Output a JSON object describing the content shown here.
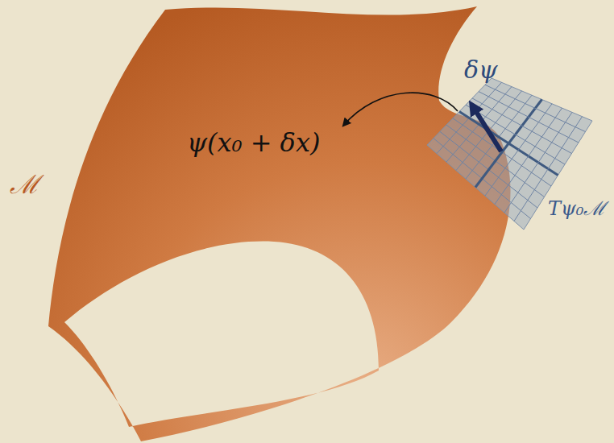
{
  "diagram": {
    "labels": [
      "ψ(x₀ + δx)",
      "δψ",
      "ℳ",
      "Tψ₀ℳ"
    ]
  }
}
